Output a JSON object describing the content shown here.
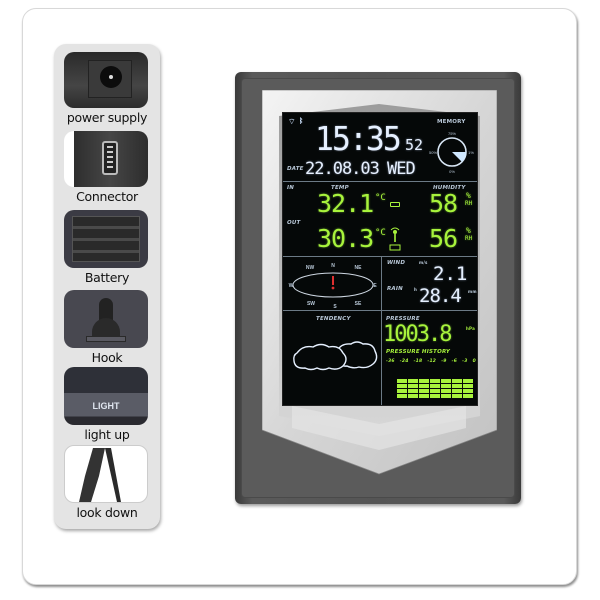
{
  "features": [
    {
      "id": "power-supply",
      "label": "power supply",
      "icon": "dc-power-jack"
    },
    {
      "id": "connector",
      "label": "Connector",
      "icon": "mini-usb-port"
    },
    {
      "id": "battery",
      "label": "Battery",
      "icon": "battery-compartment"
    },
    {
      "id": "hook",
      "label": "Hook",
      "icon": "wall-hook"
    },
    {
      "id": "light-up",
      "label": "light up",
      "icon": "light-button",
      "button_text": "LIGHT"
    },
    {
      "id": "look-down",
      "label": "look down",
      "icon": "kickstand"
    }
  ],
  "display": {
    "status_icons": [
      "wifi-icon",
      "bluetooth-icon"
    ],
    "time": {
      "hours_minutes": "15:35",
      "seconds": "52"
    },
    "date": {
      "label": "DATE",
      "value": "22.08.03",
      "weekday": "WED"
    },
    "memory": {
      "label": "MEMORY",
      "ticks": [
        "75%",
        "100%",
        "25%",
        "50%"
      ]
    },
    "indoor": {
      "label": "IN",
      "temp": "32.1",
      "temp_unit": "°C",
      "humidity": "58",
      "humidity_unit_top": "%",
      "humidity_unit_bottom": "RH"
    },
    "outdoor": {
      "label": "OUT",
      "temp": "30.3",
      "temp_unit": "°C",
      "humidity": "56",
      "humidity_unit_top": "%",
      "humidity_unit_bottom": "RH"
    },
    "headers": {
      "temp": "TEMP",
      "humidity": "HUMIDITY"
    },
    "compass": {
      "N": "N",
      "NE": "NE",
      "E": "E",
      "SE": "SE",
      "S": "S",
      "SW": "SW",
      "W": "W",
      "NW": "NW",
      "direction": "N"
    },
    "wind": {
      "label": "WIND",
      "unit": "m/s",
      "value": "2.1"
    },
    "rain": {
      "label": "RAIN",
      "unit": "h",
      "value": "28.4",
      "value_unit": "mm"
    },
    "tendency": {
      "label": "TENDENCY",
      "icon": "cloudy-icon"
    },
    "pressure": {
      "label": "PRESSURE",
      "value": "1003.8",
      "unit": "hPa"
    },
    "pressure_history": {
      "label": "PRESSURE HISTORY",
      "hours": [
        "-36",
        "-24",
        "-18",
        "-12",
        "-9",
        "-6",
        "-3",
        "0"
      ],
      "bars": [
        4,
        4,
        4,
        4,
        4,
        4,
        4
      ]
    }
  },
  "colors": {
    "lcd_green": "#a8f33c",
    "lcd_white": "#e6f0ff",
    "lcd_bg": "#050808",
    "device_body": "#555555",
    "device_silver": "#d0d0d0",
    "compass_needle": "#e03030"
  }
}
